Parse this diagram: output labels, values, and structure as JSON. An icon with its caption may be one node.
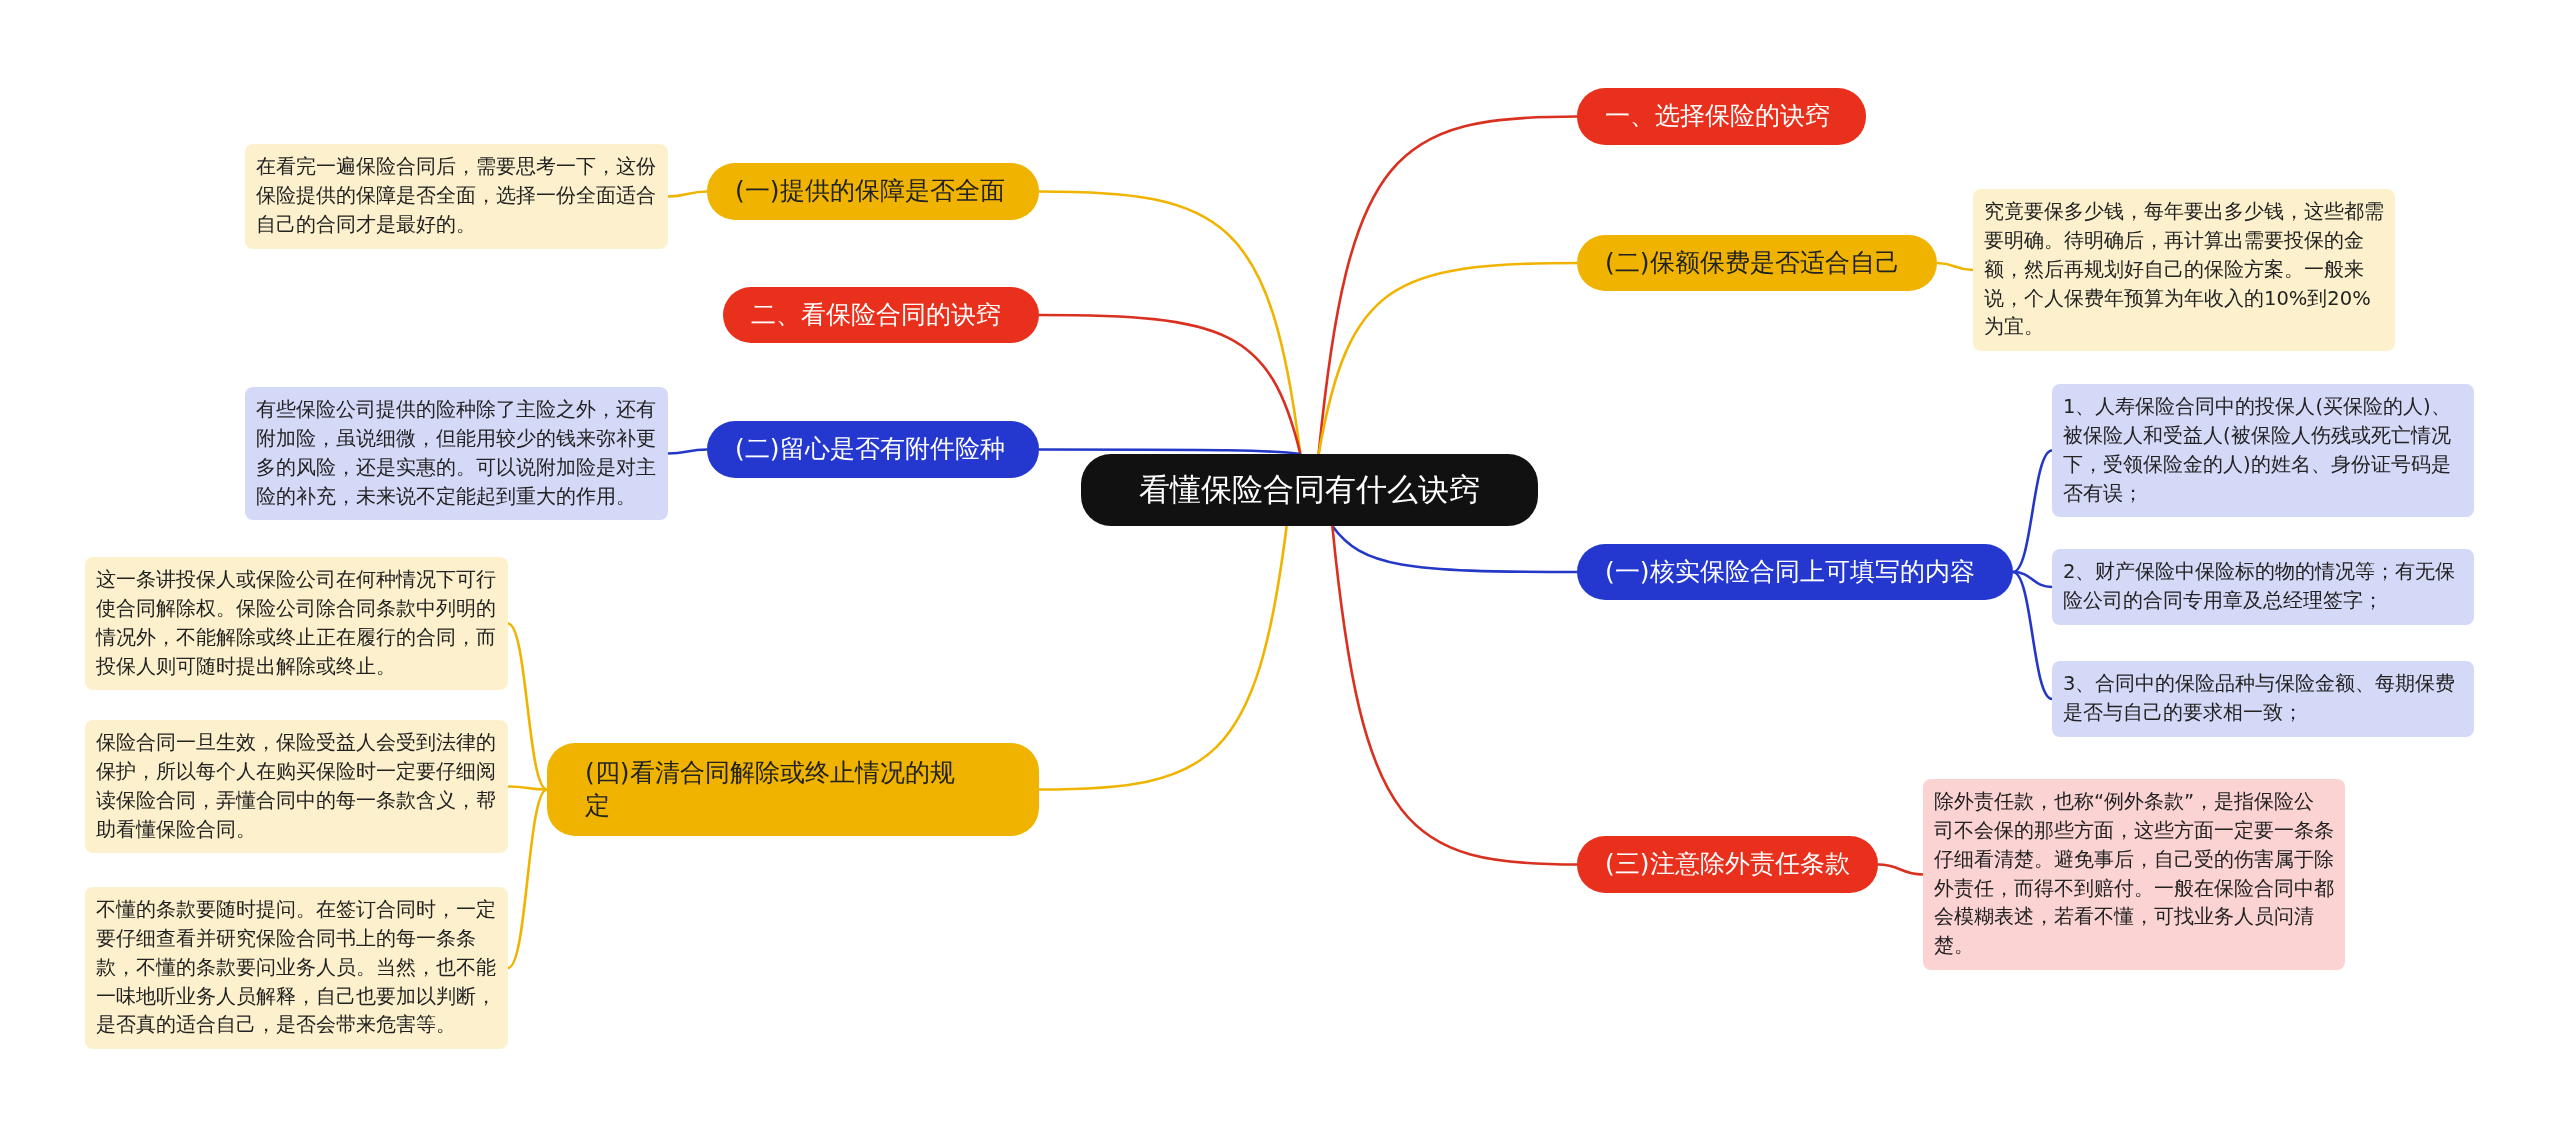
{
  "diagram": {
    "nodes": [
      {
        "text": [
          "看懂保险合同有什么诀窍"
        ]
      },
      {
        "text": [
          "一、选择保险的诀窍"
        ]
      },
      {
        "text": [
          "(二)保额保费是否适合自己"
        ]
      },
      {
        "text": [
          "究竟要保多少钱，每年要出多少钱，这些都需要明确。待明确后，再计算出需要投保的金额，然后再规划好自己的保险方案。一般来说，个人保费年预算为年收入的10%到20%为宜。"
        ]
      },
      {
        "text": [
          "(一)核实保险合同上可填写的内容"
        ]
      },
      {
        "text": [
          "1、人寿保险合同中的投保人(买保险的人)、被保险人和受益人(被保险人伤残或死亡情况下，受领保险金的人)的姓名、身份证号码是否有误；"
        ]
      },
      {
        "text": [
          "2、财产保险中保险标的物的情况等；有无保险公司的合同专用章及总经理签字；"
        ]
      },
      {
        "text": [
          "3、合同中的保险品种与保险金额、每期保费是否与自己的要求相一致；"
        ]
      },
      {
        "text": [
          "(三)注意除外责任条款"
        ]
      },
      {
        "text": [
          "除外责任款，也称“例外条款”，是指保险公司不会保的那些方面，这些方面一定要一条条仔细看清楚。避免事后，自己受的伤害属于除外责任，而得不到赔付。一般在保险合同中都会模糊表述，若看不懂，可找业务人员问清楚。"
        ]
      },
      {
        "text": [
          "(一)提供的保障是否全面"
        ]
      },
      {
        "text": [
          "在看完一遍保险合同后，需要思考一下，这份保险提供的保障是否全面，选择一份全面适合自己的合同才是最好的。"
        ]
      },
      {
        "text": [
          "二、看保险合同的诀窍"
        ]
      },
      {
        "text": [
          "(二)留心是否有附件险种"
        ]
      },
      {
        "text": [
          "有些保险公司提供的险种除了主险之外，还有附加险，虽说细微，但能用较少的钱来弥补更多的风险，还是实惠的。可以说附加险是对主险的补充，未来说不定能起到重大的作用。"
        ]
      },
      {
        "text": [
          "(四)看清合同解除或终止情况的规定"
        ]
      },
      {
        "text": [
          "这一条讲投保人或保险公司在何种情况下可行使合同解除权。保险公司除合同条款中列明的情况外，不能解除或终止正在履行的合同，而投保人则可随时提出解除或终止。"
        ]
      },
      {
        "text": [
          "保险合同一旦生效，保险受益人会受到法律的保护，所以每个人在购买保险时一定要仔细阅读保险合同，弄懂合同中的每一条款含义，帮助看懂保险合同。"
        ]
      },
      {
        "text": [
          "不懂的条款要随时提问。在签订合同时，一定要仔细查看并研究保险合同书上的每一条条款，不懂的条款要问业务人员。当然，也不能一味地听业务人员解释，自己也要加以判断，是否真的适合自己，是否会带来危害等。"
        ]
      }
    ],
    "edges": [
      {
        "from": 0,
        "to": 1,
        "arrow": "none",
        "color": "#d9301f"
      },
      {
        "from": 0,
        "to": 2,
        "arrow": "none"
      },
      {
        "from": 2,
        "to": 3,
        "arrow": "none"
      },
      {
        "from": 0,
        "to": 4,
        "arrow": "none",
        "color": "#2438c8"
      },
      {
        "from": 4,
        "to": 5,
        "arrow": "none",
        "color": "#2438c8"
      },
      {
        "from": 4,
        "to": 6,
        "arrow": "none",
        "color": "#2438c8"
      },
      {
        "from": 4,
        "to": 7,
        "arrow": "none",
        "color": "#2438c8"
      },
      {
        "from": 0,
        "to": 8,
        "arrow": "none",
        "color": "#d9301f"
      },
      {
        "from": 8,
        "to": 9,
        "arrow": "none",
        "color": "#d9301f"
      },
      {
        "from": 0,
        "to": 10,
        "arrow": "none"
      },
      {
        "from": 10,
        "to": 11,
        "arrow": "none"
      },
      {
        "from": 0,
        "to": 12,
        "arrow": "none",
        "color": "#d9301f"
      },
      {
        "from": 0,
        "to": 13,
        "arrow": "none",
        "color": "#2438c8"
      },
      {
        "from": 13,
        "to": 14,
        "arrow": "none",
        "color": "#2438c8"
      },
      {
        "from": 0,
        "to": 15,
        "arrow": "none"
      },
      {
        "from": 15,
        "to": 16,
        "arrow": "none"
      },
      {
        "from": 15,
        "to": 17,
        "arrow": "none"
      },
      {
        "from": 15,
        "to": 18,
        "arrow": "none"
      }
    ]
  }
}
